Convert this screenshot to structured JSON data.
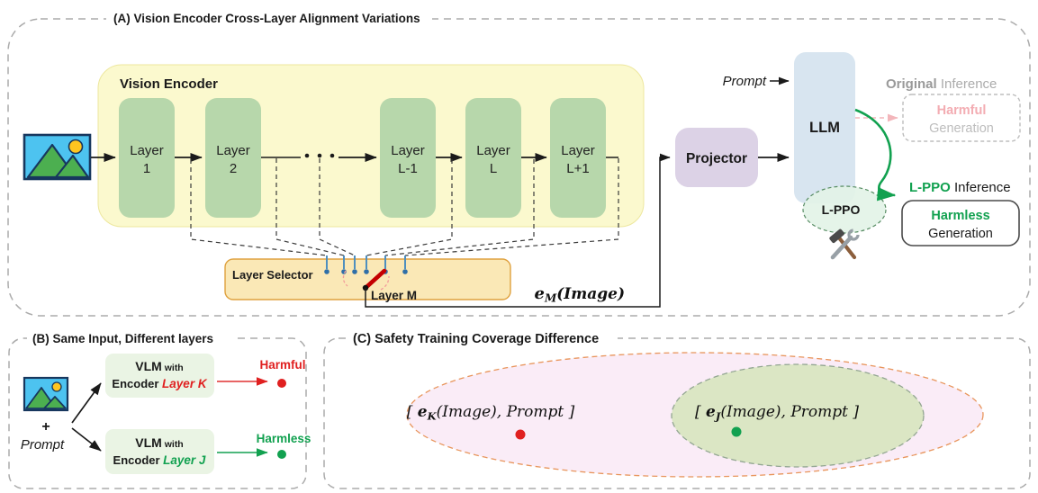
{
  "fig": {
    "panel_a": {
      "title": "(A) Vision Encoder Cross-Layer Alignment Variations",
      "vision_encoder_label": "Vision Encoder",
      "layers": [
        {
          "line1": "Layer",
          "line2": "1"
        },
        {
          "line1": "Layer",
          "line2": "2"
        },
        {
          "line1": "Layer",
          "line2": "L-1"
        },
        {
          "line1": "Layer",
          "line2": "L"
        },
        {
          "line1": "Layer",
          "line2": "L+1"
        }
      ],
      "layer_selector_label": "Layer Selector",
      "layer_m_label": "Layer M",
      "e_m": {
        "e": "e",
        "sub": "M",
        "rest": "(Image)"
      },
      "projector_label": "Projector",
      "prompt_label": "Prompt",
      "llm_label": "LLM",
      "original_inference": {
        "bold": "Original",
        "rest": " Inference"
      },
      "harmful_box": {
        "line1": "Harmful",
        "line2": "Generation"
      },
      "lppo_label": "L-PPO",
      "lppo_inference": {
        "bold": "L-PPO",
        "rest": " Inference"
      },
      "harmless_box": {
        "line1": "Harmless",
        "line2": "Generation"
      }
    },
    "panel_b": {
      "title": "(B) Same Input, Different layers",
      "plus": "+",
      "prompt_label": "Prompt",
      "vlm_k": {
        "vlm": "VLM",
        "with": " with",
        "encoder": "Encoder ",
        "layer": "Layer K"
      },
      "vlm_j": {
        "vlm": "VLM",
        "with": " with",
        "encoder": "Encoder ",
        "layer": "Layer J"
      },
      "harmful_label": "Harmful",
      "harmless_label": "Harmless"
    },
    "panel_c": {
      "title": "(C) Safety Training Coverage Difference",
      "label_k": {
        "open": "[ ",
        "e": "e",
        "sub": "K",
        "rest": "(Image), Prompt ]"
      },
      "label_j": {
        "open": "[ ",
        "e": "e",
        "sub": "J",
        "rest": "(Image), Prompt ]"
      }
    },
    "colors": {
      "green": "#12A150",
      "red": "#E02020",
      "lever_red": "#C40000",
      "harmful_pink": "#F3ADB3",
      "gray_text": "#A6A6A6",
      "encoder_fill": "#FBF9CE",
      "layer_fill": "#B7D7AB",
      "selector_fill": "#FAE8B6",
      "selector_border": "#DFA13E",
      "projector_fill": "#DCD2E6",
      "llm_fill": "#D8E5F0",
      "lppo_fill": "#E3F3E7",
      "vlm_fill": "#EAF4E4",
      "pink_ellipse": "#FAECF7",
      "pink_ellipse_border": "#E8955C",
      "green_ellipse": "#DBE6C4",
      "green_ellipse_border": "#93A692"
    }
  }
}
